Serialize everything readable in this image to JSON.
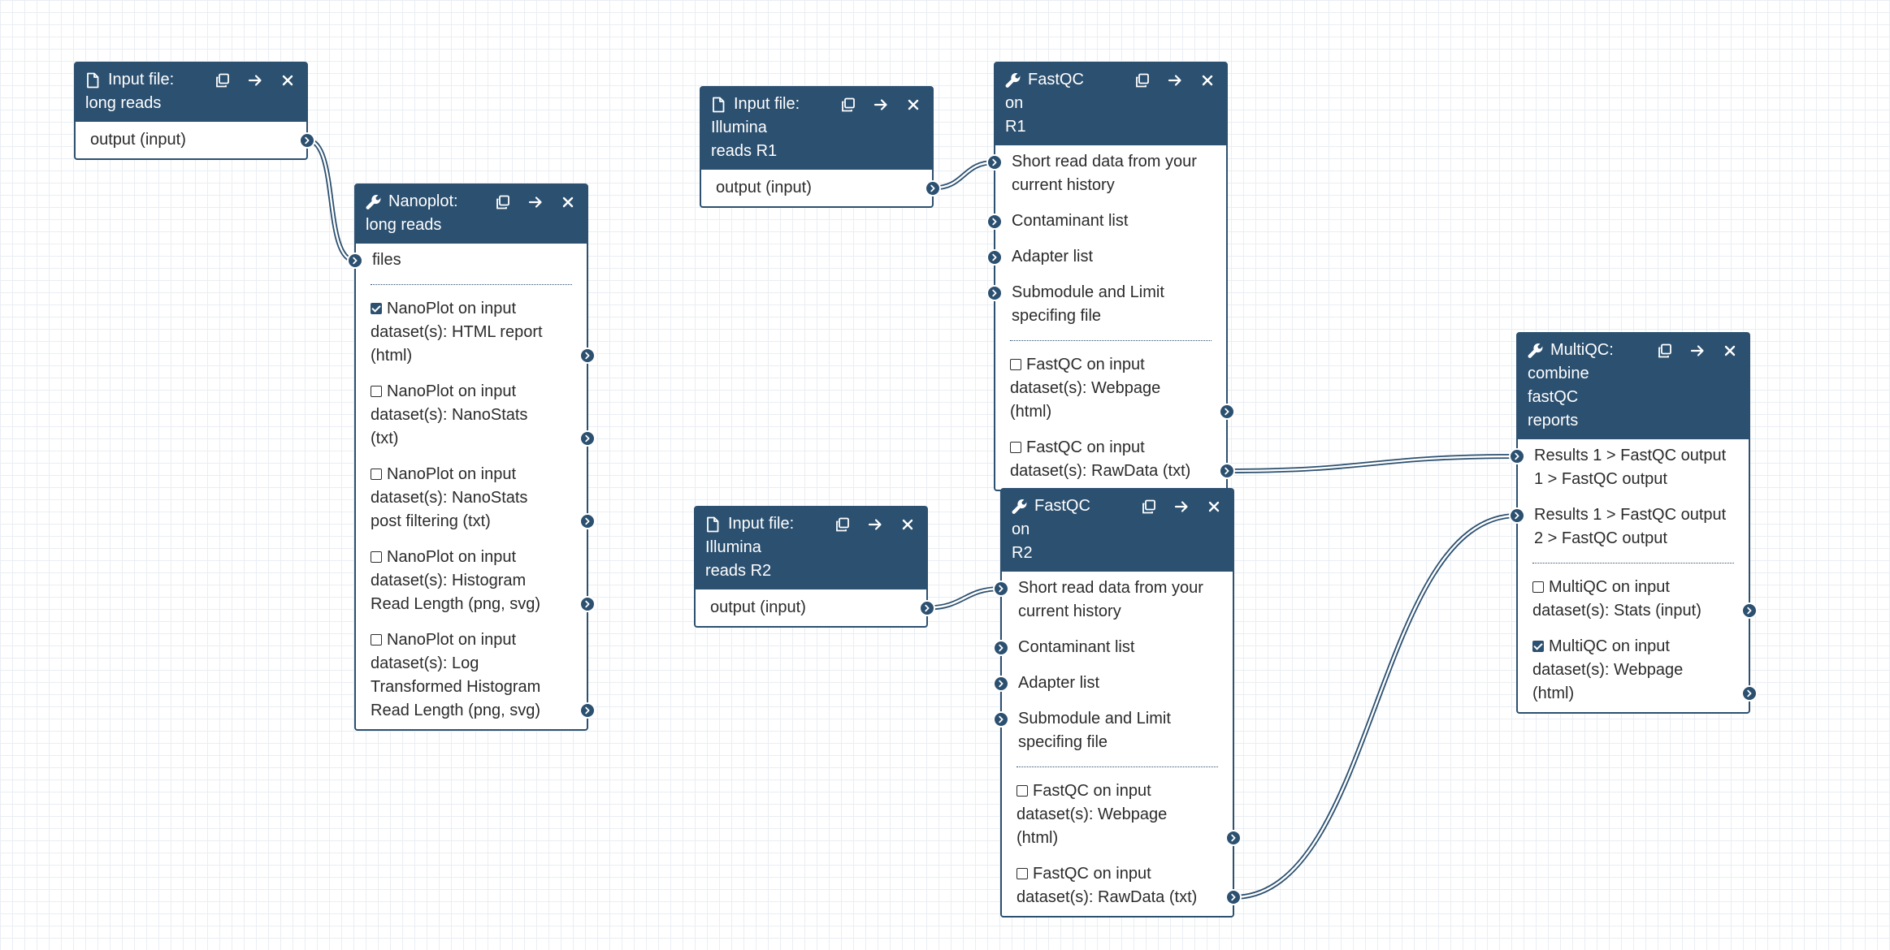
{
  "colors": {
    "header": "#2c5070",
    "edge": "#2c5070",
    "grid": "#e9eef3"
  },
  "nodes": {
    "input_long": {
      "icon": "file-icon",
      "title_line1": "Input file:",
      "title_line2": "long reads",
      "outputs": [
        {
          "label": "output (input)"
        }
      ]
    },
    "nanoplot": {
      "icon": "wrench-icon",
      "title_line1": "Nanoplot:",
      "title_line2": "long reads",
      "inputs": [
        {
          "label": "files"
        }
      ],
      "outputs": [
        {
          "label": "NanoPlot on input dataset(s): HTML report (html)",
          "checked": true
        },
        {
          "label": "NanoPlot on input dataset(s): NanoStats (txt)",
          "checked": false
        },
        {
          "label": "NanoPlot on input dataset(s): NanoStats post filtering (txt)",
          "checked": false
        },
        {
          "label": "NanoPlot on input dataset(s): Histogram Read Length (png, svg)",
          "checked": false
        },
        {
          "label": "NanoPlot on input dataset(s): Log Transformed Histogram Read Length (png, svg)",
          "checked": false
        }
      ]
    },
    "input_r1": {
      "icon": "file-icon",
      "title_line1": "Input file:",
      "title_line2": "Illumina reads R1",
      "outputs": [
        {
          "label": "output (input)"
        }
      ]
    },
    "input_r2": {
      "icon": "file-icon",
      "title_line1": "Input file:",
      "title_line2": "Illumina reads R2",
      "outputs": [
        {
          "label": "output (input)"
        }
      ]
    },
    "fastqc_r1": {
      "icon": "wrench-icon",
      "title_line1": "FastQC on",
      "title_line2": "R1",
      "inputs": [
        {
          "label": "Short read data from your current history"
        },
        {
          "label": "Contaminant list"
        },
        {
          "label": "Adapter list"
        },
        {
          "label": "Submodule and Limit specifing file"
        }
      ],
      "outputs": [
        {
          "label": "FastQC on input dataset(s): Webpage (html)",
          "checked": false
        },
        {
          "label": "FastQC on input dataset(s): RawData (txt)",
          "checked": false
        }
      ]
    },
    "fastqc_r2": {
      "icon": "wrench-icon",
      "title_line1": "FastQC on",
      "title_line2": "R2",
      "inputs": [
        {
          "label": "Short read data from your current history"
        },
        {
          "label": "Contaminant list"
        },
        {
          "label": "Adapter list"
        },
        {
          "label": "Submodule and Limit specifing file"
        }
      ],
      "outputs": [
        {
          "label": "FastQC on input dataset(s): Webpage (html)",
          "checked": false
        },
        {
          "label": "FastQC on input dataset(s): RawData (txt)",
          "checked": false
        }
      ]
    },
    "multiqc": {
      "icon": "wrench-icon",
      "title_line1": "MultiQC:",
      "title_line2": "combine fastQC reports",
      "inputs": [
        {
          "label": "Results 1 > FastQC output 1 > FastQC output"
        },
        {
          "label": "Results 1 > FastQC output 2 > FastQC output"
        }
      ],
      "outputs": [
        {
          "label": "MultiQC on input dataset(s): Stats (input)",
          "checked": false
        },
        {
          "label": "MultiQC on input dataset(s): Webpage (html)",
          "checked": true
        }
      ]
    }
  },
  "connections": [
    {
      "from": "input_long.out.0",
      "to": "nanoplot.in.0"
    },
    {
      "from": "input_r1.out.0",
      "to": "fastqc_r1.in.0"
    },
    {
      "from": "input_r2.out.0",
      "to": "fastqc_r2.in.0"
    },
    {
      "from": "fastqc_r1.out.1",
      "to": "multiqc.in.0"
    },
    {
      "from": "fastqc_r2.out.1",
      "to": "multiqc.in.1"
    }
  ]
}
